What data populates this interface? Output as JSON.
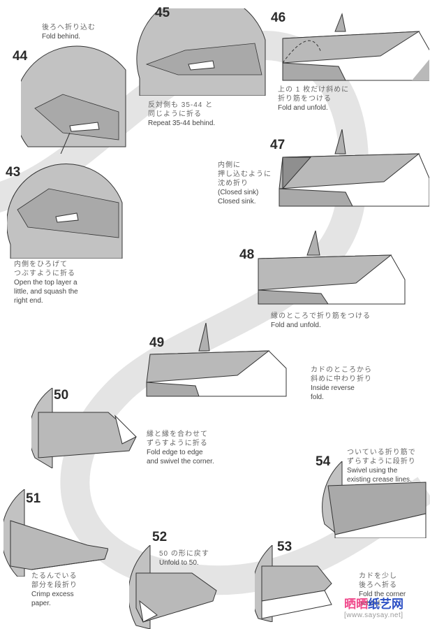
{
  "steps": [
    {
      "num": "44",
      "ja": "後ろへ折り込む",
      "en": "Fold behind."
    },
    {
      "num": "45",
      "ja": [
        "反対側も 35-44 と",
        "同じように折る"
      ],
      "en": "Repeat 35-44 behind."
    },
    {
      "num": "46",
      "ja": [
        "上の 1 枚だけ斜めに",
        "折り筋をつける"
      ],
      "en": "Fold and unfold."
    },
    {
      "num": "47",
      "ja": [
        "内側に",
        "押し込むように",
        "沈め折り",
        "(Closed sink)"
      ],
      "en": "Closed sink."
    },
    {
      "num": "43",
      "ja": [
        "内側をひろげて",
        "つぶすように折る"
      ],
      "en": [
        "Open the top layer a",
        "little, and squash the",
        "right end."
      ]
    },
    {
      "num": "48",
      "ja": "縁のところで折り筋をつける",
      "en": "Fold and unfold."
    },
    {
      "num": "49",
      "ja": [
        "カドのところから",
        "斜めに中わり折り"
      ],
      "en": [
        "Inside reverse",
        "fold."
      ]
    },
    {
      "num": "50",
      "ja": [
        "縁と縁を合わせて",
        "ずらすように折る"
      ],
      "en": [
        "Fold edge to edge",
        "and swivel the corner."
      ]
    },
    {
      "num": "54",
      "ja": [
        "ついている折り筋で",
        "ずらすように段折り"
      ],
      "en": [
        "Swivel using the",
        "existing crease lines."
      ]
    },
    {
      "num": "51",
      "ja": [
        "たるんでいる",
        "部分を段折り"
      ],
      "en": [
        "Crimp excess",
        "paper."
      ]
    },
    {
      "num": "52",
      "ja": "50 の形に戻す",
      "en": "Unfold to 50."
    },
    {
      "num": "53",
      "ja": [
        "カドを少し",
        "後ろへ折る"
      ],
      "en": [
        "Fold the corner",
        "behind."
      ]
    }
  ],
  "watermark": {
    "title_pink": "晒晒",
    "title_blue": "纸艺网",
    "url": "[www.saysay.net]"
  },
  "colors": {
    "paper": "#b9b9b9",
    "paper_dark": "#8f8f8f",
    "band": "#e4e4e4",
    "outline": "#333333"
  }
}
